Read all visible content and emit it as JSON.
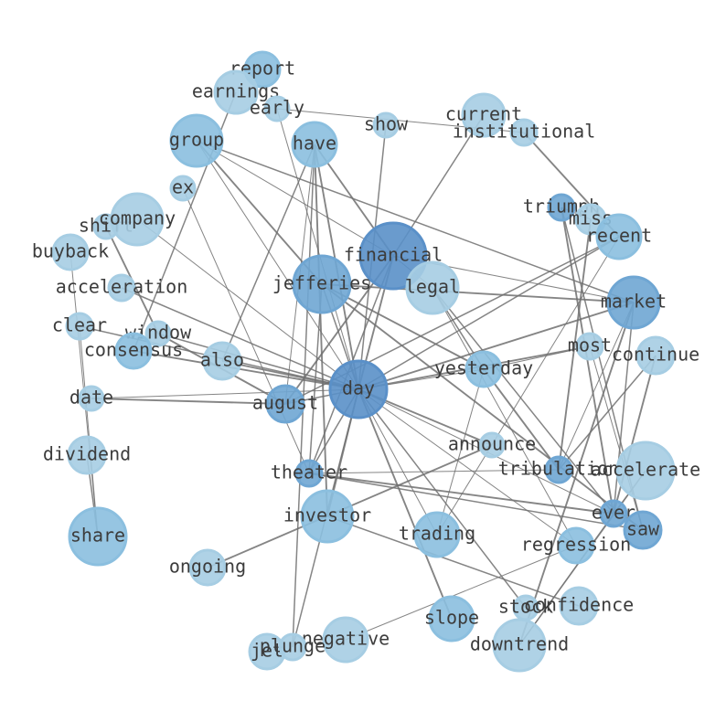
{
  "colors": {
    "background": "#ffffff",
    "edge": "#707070",
    "label": "#3c3c3c",
    "level_1": "#a6cde3",
    "level_2": "#8bbfdf",
    "level_3": "#6fa6d3",
    "level_4": "#5a90c8"
  },
  "nodes": [
    {
      "id": "report",
      "label": "report",
      "tone": 2
    },
    {
      "id": "earnings",
      "label": "earnings",
      "tone": 1
    },
    {
      "id": "early",
      "label": "early",
      "tone": 1
    },
    {
      "id": "show",
      "label": "show",
      "tone": 1
    },
    {
      "id": "current",
      "label": "current",
      "tone": 1
    },
    {
      "id": "institutional",
      "label": "institutional",
      "tone": 1
    },
    {
      "id": "group",
      "label": "group",
      "tone": 2
    },
    {
      "id": "have",
      "label": "have",
      "tone": 2
    },
    {
      "id": "ex",
      "label": "ex",
      "tone": 1
    },
    {
      "id": "triumph",
      "label": "triumph",
      "tone": 3
    },
    {
      "id": "miss",
      "label": "miss",
      "tone": 1
    },
    {
      "id": "recent",
      "label": "recent",
      "tone": 2
    },
    {
      "id": "shift",
      "label": "shift",
      "tone": 1
    },
    {
      "id": "company",
      "label": "company",
      "tone": 1
    },
    {
      "id": "buyback",
      "label": "buyback",
      "tone": 1
    },
    {
      "id": "financial",
      "label": "financial",
      "tone": 4
    },
    {
      "id": "legal",
      "label": "legal",
      "tone": 1
    },
    {
      "id": "jefferies",
      "label": "jefferies",
      "tone": 3
    },
    {
      "id": "market",
      "label": "market",
      "tone": 3
    },
    {
      "id": "acceleration",
      "label": "acceleration",
      "tone": 1
    },
    {
      "id": "clear",
      "label": "clear",
      "tone": 1
    },
    {
      "id": "window",
      "label": "window",
      "tone": 1
    },
    {
      "id": "consensus",
      "label": "consensus",
      "tone": 2
    },
    {
      "id": "also",
      "label": "also",
      "tone": 1
    },
    {
      "id": "most",
      "label": "most",
      "tone": 1
    },
    {
      "id": "continue",
      "label": "continue",
      "tone": 1
    },
    {
      "id": "yesterday",
      "label": "yesterday",
      "tone": 2
    },
    {
      "id": "day",
      "label": "day",
      "tone": 4
    },
    {
      "id": "date",
      "label": "date",
      "tone": 1
    },
    {
      "id": "august",
      "label": "august",
      "tone": 3
    },
    {
      "id": "announce",
      "label": "announce",
      "tone": 1
    },
    {
      "id": "dividend",
      "label": "dividend",
      "tone": 1
    },
    {
      "id": "theater",
      "label": "theater",
      "tone": 3
    },
    {
      "id": "tribulation",
      "label": "tribulation",
      "tone": 3
    },
    {
      "id": "accelerate",
      "label": "accelerate",
      "tone": 1
    },
    {
      "id": "investor",
      "label": "investor",
      "tone": 2
    },
    {
      "id": "ever",
      "label": "ever",
      "tone": 3
    },
    {
      "id": "saw",
      "label": "saw",
      "tone": 3
    },
    {
      "id": "share",
      "label": "share",
      "tone": 2
    },
    {
      "id": "trading",
      "label": "trading",
      "tone": 2
    },
    {
      "id": "regression",
      "label": "regression",
      "tone": 2
    },
    {
      "id": "ongoing",
      "label": "ongoing",
      "tone": 1
    },
    {
      "id": "stock",
      "label": "stock",
      "tone": 1
    },
    {
      "id": "confidence",
      "label": "confidence",
      "tone": 1
    },
    {
      "id": "slope",
      "label": "slope",
      "tone": 2
    },
    {
      "id": "negative",
      "label": "negative",
      "tone": 1
    },
    {
      "id": "jet",
      "label": "jet",
      "tone": 1
    },
    {
      "id": "plunge",
      "label": "plunge",
      "tone": 1
    },
    {
      "id": "downtrend",
      "label": "downtrend",
      "tone": 1
    }
  ],
  "edges": [
    [
      "day",
      "financial"
    ],
    [
      "day",
      "jefferies"
    ],
    [
      "day",
      "group"
    ],
    [
      "day",
      "have"
    ],
    [
      "day",
      "show"
    ],
    [
      "day",
      "yesterday"
    ],
    [
      "day",
      "most"
    ],
    [
      "day",
      "august"
    ],
    [
      "day",
      "date"
    ],
    [
      "day",
      "consensus"
    ],
    [
      "day",
      "window"
    ],
    [
      "day",
      "company"
    ],
    [
      "day",
      "market"
    ],
    [
      "day",
      "recent"
    ],
    [
      "day",
      "trading"
    ],
    [
      "day",
      "slope"
    ],
    [
      "day",
      "stock"
    ],
    [
      "day",
      "regression"
    ],
    [
      "day",
      "investor"
    ],
    [
      "day",
      "theater"
    ],
    [
      "day",
      "ever"
    ],
    [
      "day",
      "announce"
    ],
    [
      "day",
      "plunge"
    ],
    [
      "day",
      "early"
    ],
    [
      "day",
      "also"
    ],
    [
      "day",
      "clear"
    ],
    [
      "financial",
      "group"
    ],
    [
      "financial",
      "have"
    ],
    [
      "financial",
      "current"
    ],
    [
      "financial",
      "market"
    ],
    [
      "financial",
      "august"
    ],
    [
      "financial",
      "theater"
    ],
    [
      "financial",
      "legal"
    ],
    [
      "group",
      "jefferies"
    ],
    [
      "group",
      "market"
    ],
    [
      "have",
      "august"
    ],
    [
      "have",
      "investor"
    ],
    [
      "have",
      "also"
    ],
    [
      "early",
      "institutional"
    ],
    [
      "institutional",
      "recent"
    ],
    [
      "earnings",
      "consensus"
    ],
    [
      "ex",
      "theater"
    ],
    [
      "shift",
      "window"
    ],
    [
      "acceleration",
      "day"
    ],
    [
      "buyback",
      "share"
    ],
    [
      "date",
      "august"
    ],
    [
      "dividend",
      "share"
    ],
    [
      "clear",
      "share"
    ],
    [
      "triumph",
      "ever"
    ],
    [
      "triumph",
      "saw"
    ],
    [
      "triumph",
      "miss"
    ],
    [
      "miss",
      "tribulation"
    ],
    [
      "recent",
      "august"
    ],
    [
      "recent",
      "trading"
    ],
    [
      "market",
      "downtrend"
    ],
    [
      "market",
      "ever"
    ],
    [
      "market",
      "tribulation"
    ],
    [
      "market",
      "jefferies"
    ],
    [
      "yesterday",
      "legal"
    ],
    [
      "yesterday",
      "trading"
    ],
    [
      "yesterday",
      "jefferies"
    ],
    [
      "legal",
      "ever"
    ],
    [
      "legal",
      "regression"
    ],
    [
      "jefferies",
      "saw"
    ],
    [
      "jefferies",
      "theater"
    ],
    [
      "theater",
      "tribulation"
    ],
    [
      "theater",
      "ever"
    ],
    [
      "theater",
      "saw"
    ],
    [
      "accelerate",
      "ever"
    ],
    [
      "continue",
      "ever"
    ],
    [
      "investor",
      "confidence"
    ],
    [
      "regression",
      "negative"
    ],
    [
      "ongoing",
      "announce"
    ],
    [
      "accelerate",
      "downtrend"
    ],
    [
      "ever",
      "downtrend"
    ],
    [
      "august",
      "window"
    ],
    [
      "have",
      "plunge"
    ],
    [
      "yesterday",
      "most"
    ],
    [
      "yesterday",
      "tribulation"
    ],
    [
      "continue",
      "tribulation"
    ],
    [
      "most",
      "saw"
    ]
  ]
}
